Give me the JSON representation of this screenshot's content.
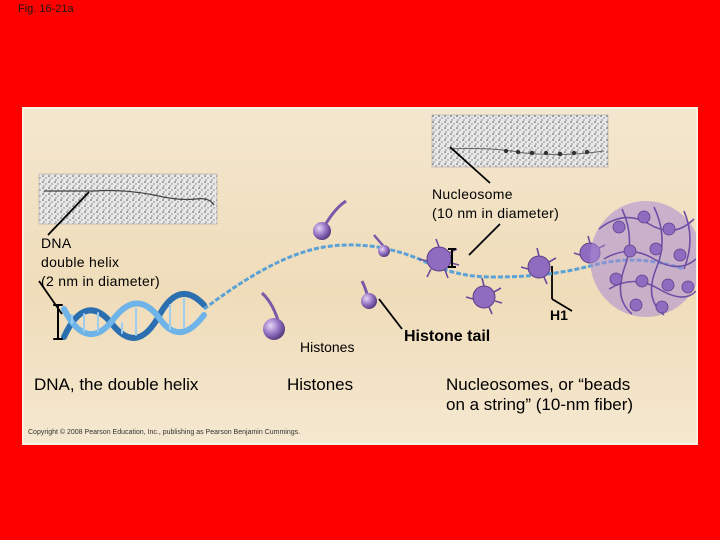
{
  "figure_label": "Fig. 16-21a",
  "labels": {
    "dna_line1": "DNA",
    "dna_line2": "double helix",
    "dna_line3": "(2 nm in diameter)",
    "nucleosome_line1": "Nucleosome",
    "nucleosome_line2": "(10 nm in diameter)",
    "h1": "H1",
    "histones_small": "Histones",
    "histone_tail": "Histone tail"
  },
  "captions": {
    "dna": "DNA, the double helix",
    "histones": "Histones",
    "nucleosomes_line1": "Nucleosomes, or “beads",
    "nucleosomes_line2": "on a string” (10-nm fiber)"
  },
  "copyright": "Copyright © 2008 Pearson Education, Inc., publishing as Pearson Benjamin Cummings.",
  "colors": {
    "background": "#ff0000",
    "panel": "#f2e3c6",
    "dna_strand": "#3f8fd0",
    "histone": "#8c68b8",
    "chromatin": "#9b7fc9"
  }
}
